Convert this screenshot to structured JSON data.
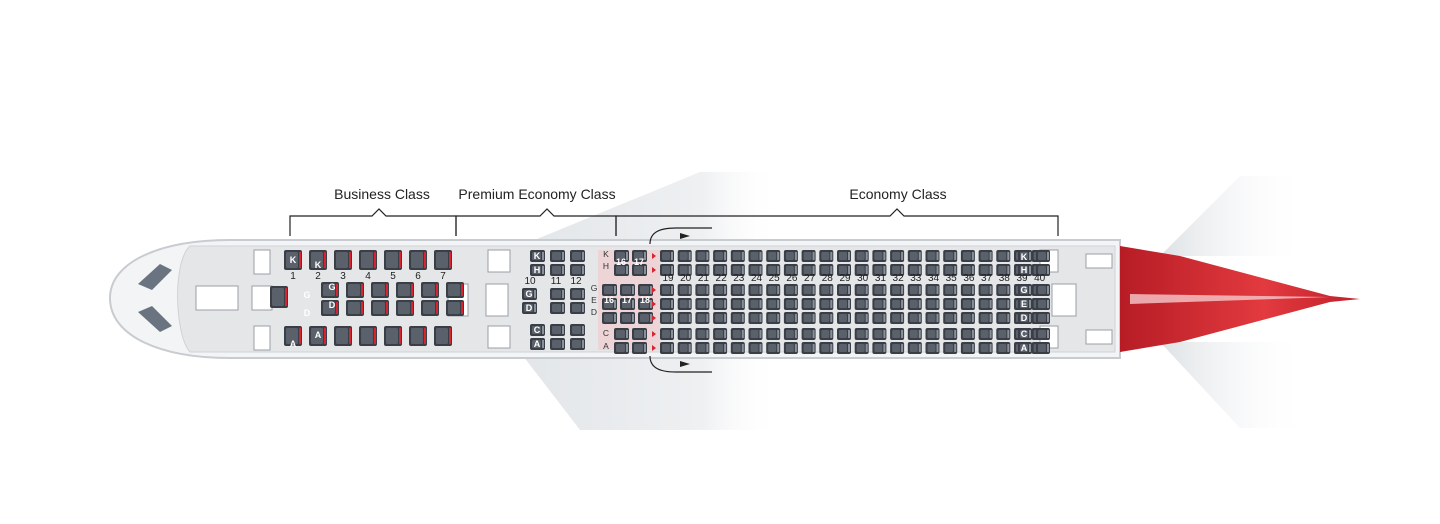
{
  "cabins": {
    "business": {
      "label": "Business Class"
    },
    "premium": {
      "label": "Premium Economy Class"
    },
    "economy": {
      "label": "Economy Class"
    }
  },
  "business_rows": [
    "1",
    "2",
    "3",
    "4",
    "5",
    "6",
    "7"
  ],
  "business_seat_letters": {
    "top": "K",
    "upper_mid": "G",
    "lower_mid": "D",
    "bottom": "A"
  },
  "premium_rows": [
    "10",
    "11",
    "12"
  ],
  "premium_seat_letters": [
    "K",
    "H",
    "G",
    "D",
    "C",
    "A"
  ],
  "economy_exit_rows": [
    "16",
    "17",
    "18"
  ],
  "economy_rows": [
    "19",
    "20",
    "21",
    "22",
    "23",
    "24",
    "25",
    "26",
    "27",
    "28",
    "29",
    "30",
    "31",
    "32",
    "33",
    "34",
    "35",
    "36",
    "37",
    "38",
    "39",
    "40"
  ],
  "economy_seat_letters": {
    "left": [
      "K",
      "H",
      "G",
      "E",
      "D",
      "C",
      "A"
    ],
    "right": [
      "K",
      "H",
      "G",
      "E",
      "D",
      "C",
      "A"
    ]
  },
  "colors": {
    "accent": "#d9232e",
    "seat": "#3a3f47",
    "fuselage": "#e9ebed",
    "wing": "#dfe3e6"
  }
}
